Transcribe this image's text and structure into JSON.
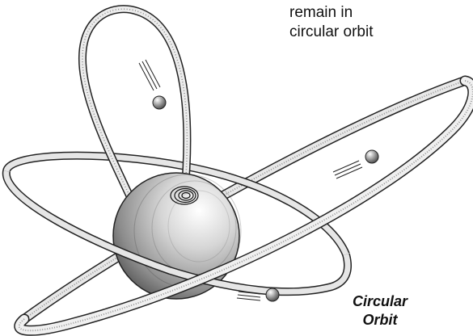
{
  "annotation": {
    "line1": "remain in",
    "line2": "circular orbit"
  },
  "label": {
    "line1": "Circular",
    "line2": "Orbit"
  }
}
